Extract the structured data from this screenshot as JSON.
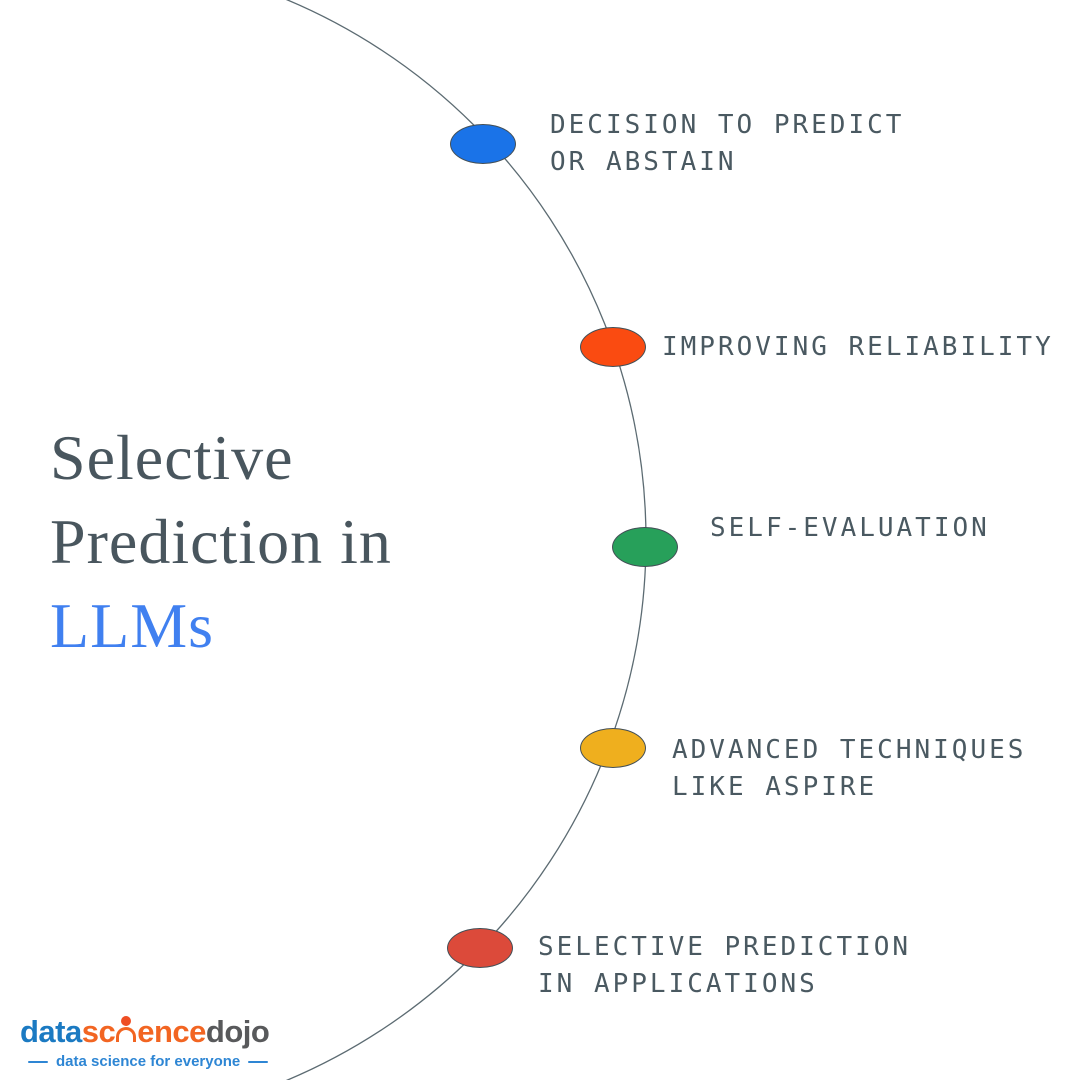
{
  "title": {
    "line1": "Selective",
    "line2": "Prediction in",
    "accent_line": "LLMs",
    "text_color": "#49565e",
    "accent_color": "#4080f0"
  },
  "label_color": "#4a5961",
  "arc": {
    "stroke_color": "#5c6b72"
  },
  "nodes": [
    {
      "id": "decision-to-predict-or-abstain",
      "color": "#1a73e8",
      "lines": [
        "DECISION TO PREDICT",
        "OR ABSTAIN"
      ]
    },
    {
      "id": "improving-reliability",
      "color": "#fa4b11",
      "lines": [
        "IMPROVING RELIABILITY"
      ]
    },
    {
      "id": "self-evaluation",
      "color": "#27a05a",
      "lines": [
        "SELF-EVALUATION"
      ]
    },
    {
      "id": "advanced-techniques-like-aspire",
      "color": "#efaf1e",
      "lines": [
        "ADVANCED TECHNIQUES",
        "LIKE ASPIRE"
      ]
    },
    {
      "id": "selective-prediction-in-applications",
      "color": "#dc4a3a",
      "lines": [
        "SELECTIVE PREDICTION",
        "IN APPLICATIONS"
      ]
    }
  ],
  "logo": {
    "word_data": "data",
    "word_science_pre": "sc",
    "word_science_post": "ence",
    "word_dojo": "dojo",
    "tagline": "data science for everyone",
    "data_color": "#1b7ac2",
    "science_color": "#f26522",
    "dojo_color": "#58595b",
    "head_color": "#ef4e23",
    "tagline_color": "#2e86d4"
  }
}
